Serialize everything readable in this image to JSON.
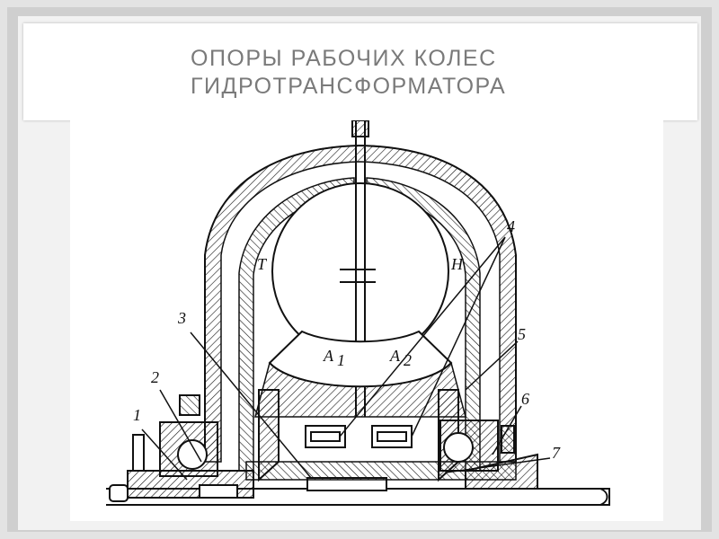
{
  "slide": {
    "title_line1": "ОПОРЫ РАБОЧИХ КОЛЕС",
    "title_line2": "ГИДРОТРАНСФОРМАТОРА"
  },
  "figure": {
    "labels": {
      "T": "Т",
      "H": "Н",
      "A1": "A",
      "A1_sub": "1",
      "A2": "A",
      "A2_sub": "2",
      "n1": "1",
      "n2": "2",
      "n3": "3",
      "n4": "4",
      "n5": "5",
      "n6": "6",
      "n7": "7"
    }
  },
  "colors": {
    "background": "#e3e3e3",
    "title_text": "#7a7a7a",
    "drawing_ink": "#111111"
  }
}
